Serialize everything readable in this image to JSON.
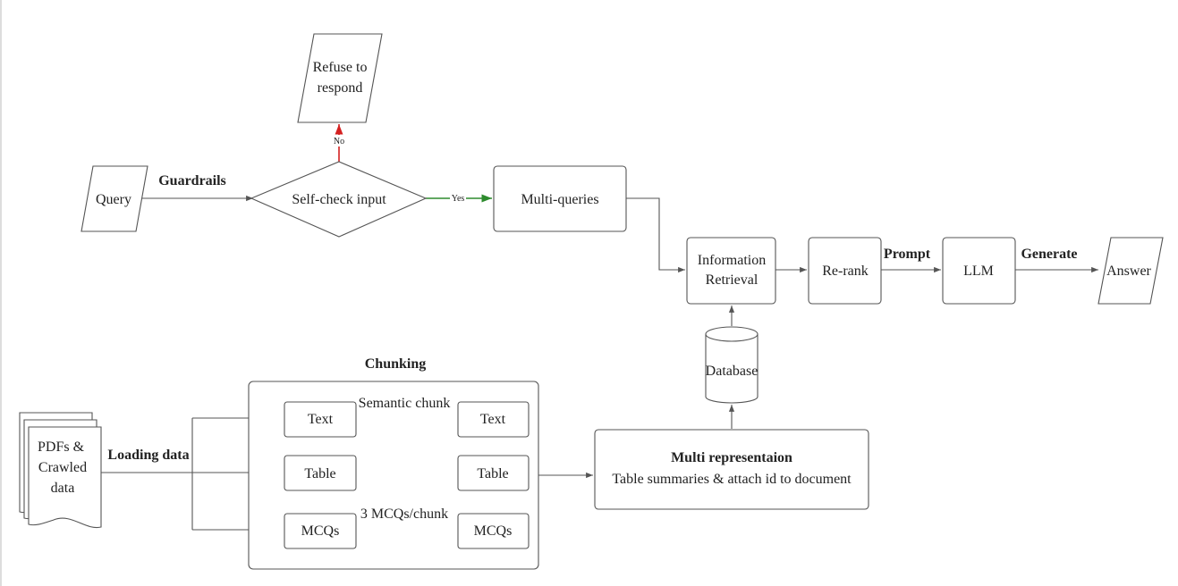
{
  "nodes": {
    "query": "Query",
    "refuse_line1": "Refuse to",
    "refuse_line2": "respond",
    "self_check": "Self-check input",
    "multi_queries": "Multi-queries",
    "info_retrieval_line1": "Information",
    "info_retrieval_line2": "Retrieval",
    "re_rank": "Re-rank",
    "llm": "LLM",
    "answer": "Answer",
    "database": "Database",
    "pdfs_line1": "PDFs &",
    "pdfs_line2": "Crawled",
    "pdfs_line3": "data",
    "text_src": "Text",
    "table_src": "Table",
    "mcqs_src": "MCQs",
    "text_dst": "Text",
    "table_dst": "Table",
    "mcqs_dst": "MCQs",
    "multi_rep_title": "Multi representaion",
    "multi_rep_sub": "Table summaries & attach id to document"
  },
  "labels": {
    "guardrails": "Guardrails",
    "yes": "Yes",
    "no": "No",
    "prompt": "Prompt",
    "generate": "Generate",
    "chunking": "Chunking",
    "loading_data": "Loading data",
    "semantic_chunk": "Semantic chunk",
    "mcqs_per_chunk": "3 MCQs/chunk"
  },
  "colors": {
    "yes_edge": "#2e8b2e",
    "no_edge": "#d42020",
    "stroke": "#555555"
  }
}
